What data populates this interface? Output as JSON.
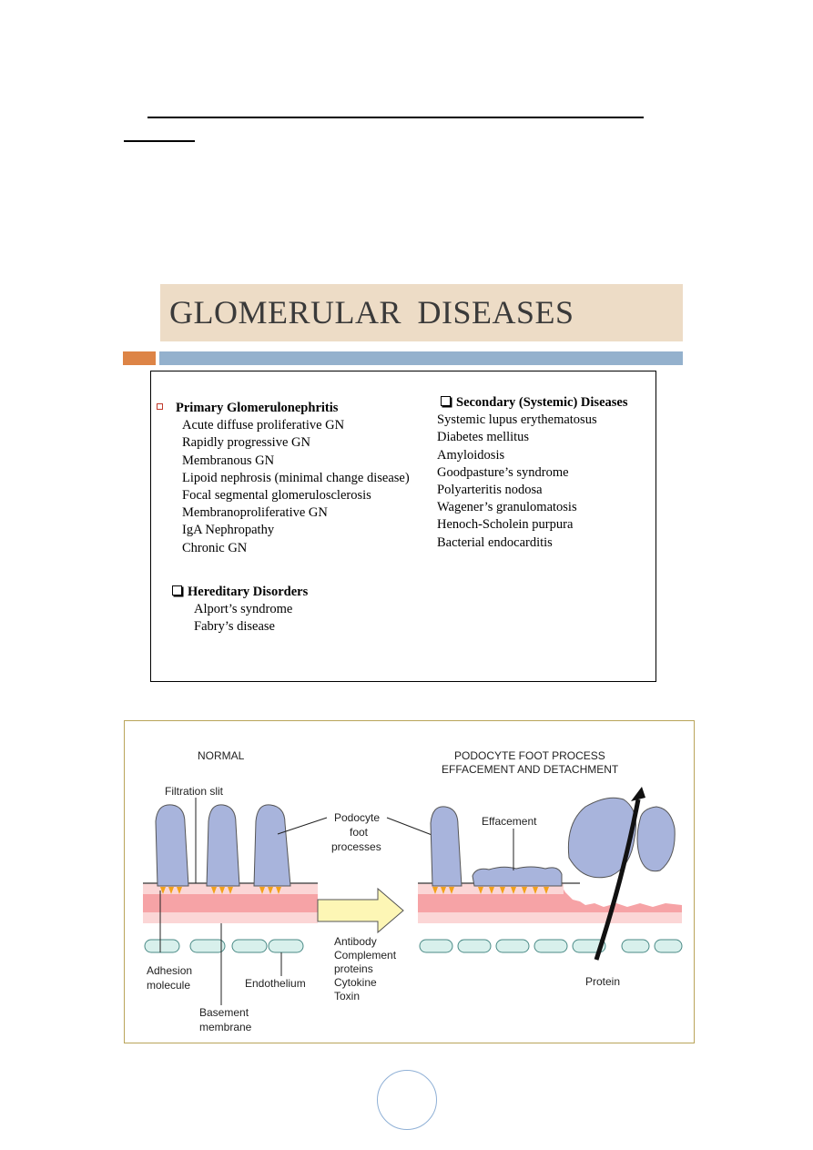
{
  "slide": {
    "title": "GLOMERULAR DISEASES",
    "primary": {
      "heading": "Primary Glomerulonephritis",
      "items": [
        "Acute diffuse proliferative GN",
        "Rapidly progressive GN",
        "Membranous GN",
        "Lipoid nephrosis (minimal change disease)",
        "Focal segmental glomerulosclerosis",
        "Membranoproliferative GN",
        "IgA Nephropathy",
        "Chronic GN"
      ]
    },
    "hereditary": {
      "heading": "Hereditary Disorders",
      "items": [
        "Alport’s syndrome",
        "Fabry’s disease"
      ]
    },
    "secondary": {
      "heading": "Secondary (Systemic) Diseases",
      "items": [
        "Systemic lupus erythematosus",
        "Diabetes mellitus",
        "Amyloidosis",
        "Goodpasture’s syndrome",
        "Polyarteritis nodosa",
        "Wagener’s  granulomatosis",
        "Henoch-Scholein purpura",
        "Bacterial endocarditis"
      ]
    }
  },
  "figure": {
    "normal_title": "NORMAL",
    "right_title_1": "PODOCYTE FOOT PROCESS",
    "right_title_2": "EFFACEMENT AND DETACHMENT",
    "filtration_slit": "Filtration slit",
    "podocyte_1": "Podocyte",
    "podocyte_2": "foot",
    "podocyte_3": "processes",
    "effacement": "Effacement",
    "adhesion_1": "Adhesion",
    "adhesion_2": "molecule",
    "endothelium": "Endothelium",
    "basement_1": "Basement",
    "basement_2": "membrane",
    "agents": [
      "Antibody",
      "Complement",
      "proteins",
      "Cytokine",
      "Toxin"
    ],
    "protein": "Protein"
  },
  "colors": {
    "podocyte": "#a8b4dc",
    "membrane_pink": "#f6a3a6",
    "endothelium": "#d8f0ec",
    "arrow_yellow": "#fdf6b5",
    "title_band": "#eddcc6",
    "bar_orange": "#dd8446",
    "bar_blue": "#94b1cd"
  }
}
